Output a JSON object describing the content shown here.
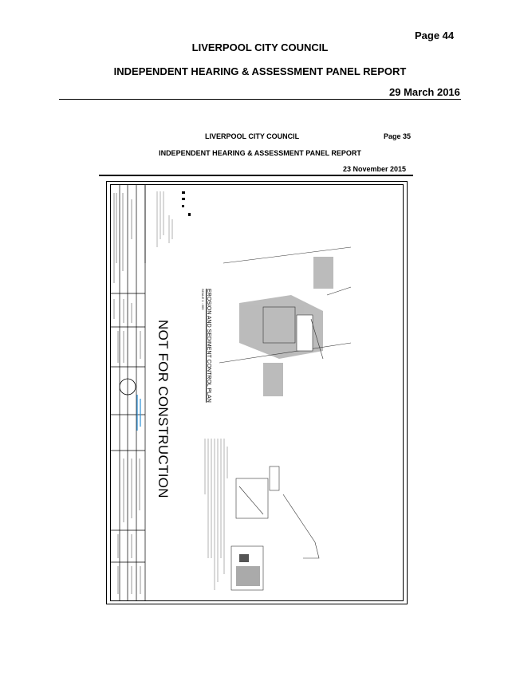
{
  "header": {
    "page": "Page 44",
    "council": "LIVERPOOL CITY COUNCIL",
    "report": "INDEPENDENT HEARING & ASSESSMENT PANEL REPORT",
    "date": "29 March 2016"
  },
  "inner_header": {
    "council": "LIVERPOOL CITY COUNCIL",
    "page": "Page 35",
    "report": "INDEPENDENT HEARING & ASSESSMENT PANEL REPORT",
    "date": "23 November 2015"
  },
  "drawing": {
    "stamp": "NOT FOR CONSTRUCTION",
    "plan_title": "EROSION AND SEDIMENT CONTROL PLAN",
    "plan_scale": "SCALE 1 : 200",
    "colors": {
      "ink": "#000000",
      "gray": "#9a9a9a",
      "blue": "#2a8fd6"
    }
  }
}
